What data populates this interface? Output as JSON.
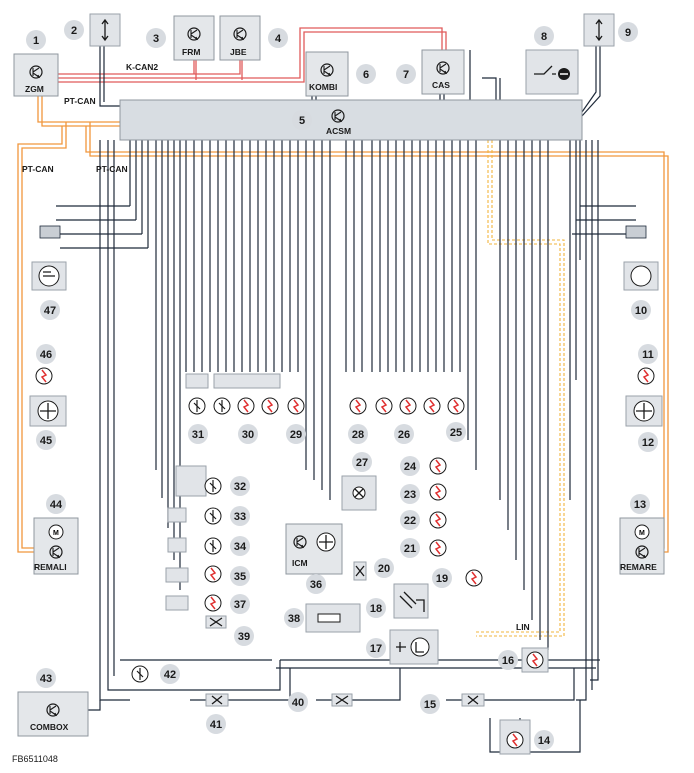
{
  "components": {
    "zgm": {
      "number": "1",
      "label": "ZGM"
    },
    "c2": {
      "number": "2"
    },
    "frm": {
      "number": "3",
      "label": "FRM"
    },
    "jbe": {
      "number": "4",
      "label": "JBE"
    },
    "acsm": {
      "number": "5",
      "label": "ACSM"
    },
    "kombi": {
      "number": "6",
      "label": "KOMBI"
    },
    "cas": {
      "number": "7",
      "label": "CAS"
    },
    "c8": {
      "number": "8"
    },
    "c9": {
      "number": "9"
    },
    "c10": {
      "number": "10"
    },
    "c11": {
      "number": "11"
    },
    "c12": {
      "number": "12"
    },
    "remare": {
      "number": "13",
      "label": "REMARE"
    },
    "c14": {
      "number": "14"
    },
    "c15": {
      "number": "15"
    },
    "c16": {
      "number": "16"
    },
    "c17": {
      "number": "17"
    },
    "c18": {
      "number": "18"
    },
    "c19": {
      "number": "19"
    },
    "c20": {
      "number": "20"
    },
    "c21": {
      "number": "21"
    },
    "c22": {
      "number": "22"
    },
    "c23": {
      "number": "23"
    },
    "c24": {
      "number": "24"
    },
    "c25": {
      "number": "25"
    },
    "c26": {
      "number": "26"
    },
    "c27": {
      "number": "27"
    },
    "c28": {
      "number": "28"
    },
    "c29": {
      "number": "29"
    },
    "c30": {
      "number": "30"
    },
    "c31": {
      "number": "31"
    },
    "c32": {
      "number": "32"
    },
    "c33": {
      "number": "33"
    },
    "c34": {
      "number": "34"
    },
    "c35": {
      "number": "35"
    },
    "icm": {
      "number": "36",
      "label": "ICM"
    },
    "c37": {
      "number": "37"
    },
    "c38": {
      "number": "38"
    },
    "c39": {
      "number": "39"
    },
    "c40": {
      "number": "40"
    },
    "c41": {
      "number": "41"
    },
    "c42": {
      "number": "42"
    },
    "combox": {
      "number": "43",
      "label": "COMBOX"
    },
    "remali": {
      "number": "44",
      "label": "REMALI"
    },
    "c45": {
      "number": "45"
    },
    "c46": {
      "number": "46"
    },
    "c47": {
      "number": "47"
    }
  },
  "bus_labels": {
    "k_can2": "K-CAN2",
    "pt_can_top": "PT-CAN",
    "pt_can_left": "PT-CAN",
    "pt_can_mid": "PT-CAN",
    "lin": "LIN"
  },
  "figure_code": "FB6511048",
  "colors": {
    "k_can2": "#e05a5a",
    "pt_can": "#f0963c",
    "lin": "#f2b53c",
    "wire": "#1f2a3a",
    "squib": "#e03030"
  }
}
